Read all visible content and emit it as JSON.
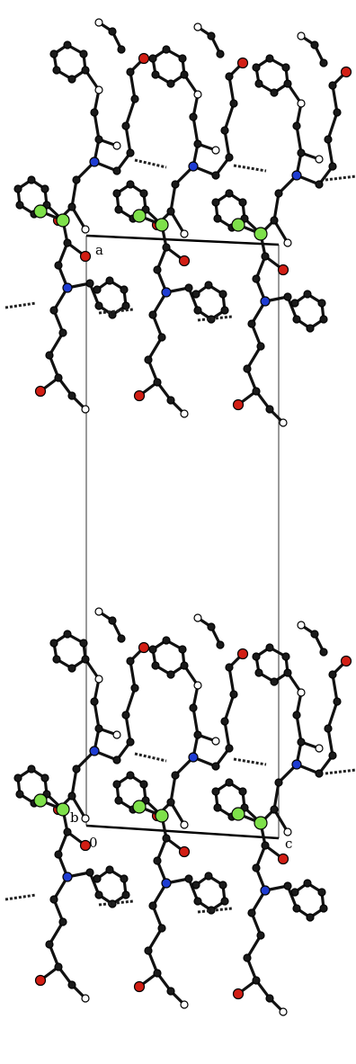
{
  "figure": {
    "axis_labels": {
      "a": "a",
      "b": "b",
      "c": "c",
      "origin": "0"
    },
    "colors": {
      "background": "#ffffff",
      "bond": "#111111",
      "carbon": "#1a1a1a",
      "oxygen": "#d21e14",
      "nitrogen": "#1e3cd2",
      "chlorine": "#7ee04a",
      "hydrogen": "#ffffff",
      "hbond": "#222222",
      "cell": "#000000"
    }
  }
}
